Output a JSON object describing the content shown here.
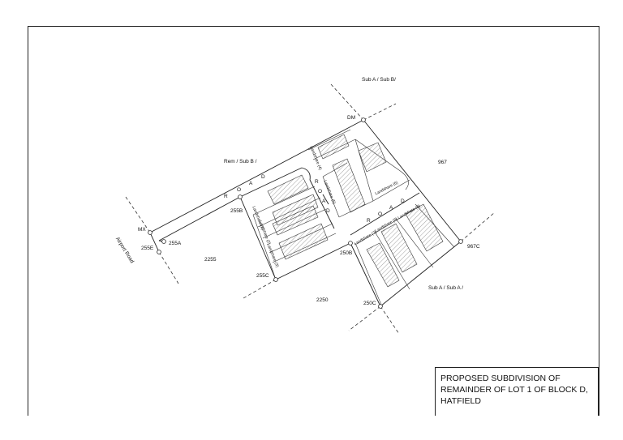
{
  "title_block": {
    "line1": "PROPOSED SUBDIVISION OF",
    "line2": "REMAINDER OF LOT 1 OF BLOCK D,",
    "line3": "HATFIELD"
  },
  "labels": {
    "sub_a_sub_b": "Sub A / Sub B/",
    "dm": "DM",
    "rem_sub_b": "Rem / Sub B /",
    "p967": "967",
    "p967c": "967C",
    "mx": "MX",
    "airport_road": "Airport Road",
    "p255e": "255E",
    "p255a": "255A",
    "p255b": "255B",
    "p2255": "2255",
    "p255c": "255C",
    "p250b": "250B",
    "p2250": "2250",
    "p250c": "250C",
    "sub_a_sub_a": "Sub A / Sub A /",
    "road_r": "R",
    "road_o": "O",
    "road_a": "A",
    "road_d": "D"
  },
  "lot_labels": [
    "Landshare (1)",
    "Landshare (2)",
    "Landshare (3)",
    "Landshare (4)",
    "Landshare (5)",
    "Landshare (6)",
    "Landshare (7)",
    "Landshare (8)",
    "Landshare (9)"
  ]
}
